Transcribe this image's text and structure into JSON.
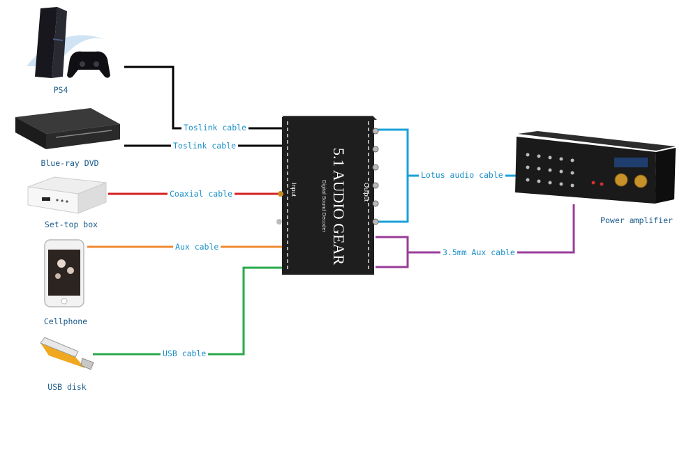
{
  "devices": {
    "ps4": "PS4",
    "bluray": "Blue-ray DVD",
    "settop": "Set-top box",
    "cellphone": "Cellphone",
    "usb_disk": "USB disk",
    "amplifier": "Power amplifier"
  },
  "cables": {
    "toslink_1": "Toslink cable",
    "toslink_2": "Toslink cable",
    "coaxial": "Coaxial cable",
    "aux": "Aux cable",
    "usb": "USB cable",
    "lotus": "Lotus audio cable",
    "aux35": "3.5mm Aux cable"
  },
  "decoder": {
    "title": "5.1 AUDIO GEAR",
    "subtitle": "Digital Sound Decoder",
    "input_label": "Input",
    "output_label": "Output"
  },
  "colors": {
    "toslink": "#000000",
    "coaxial": "#d42020",
    "aux": "#f08a30",
    "usb": "#2aa84a",
    "lotus": "#1aa0d8",
    "aux35": "#9a3c9a",
    "label_text": "#1a8fc8"
  }
}
